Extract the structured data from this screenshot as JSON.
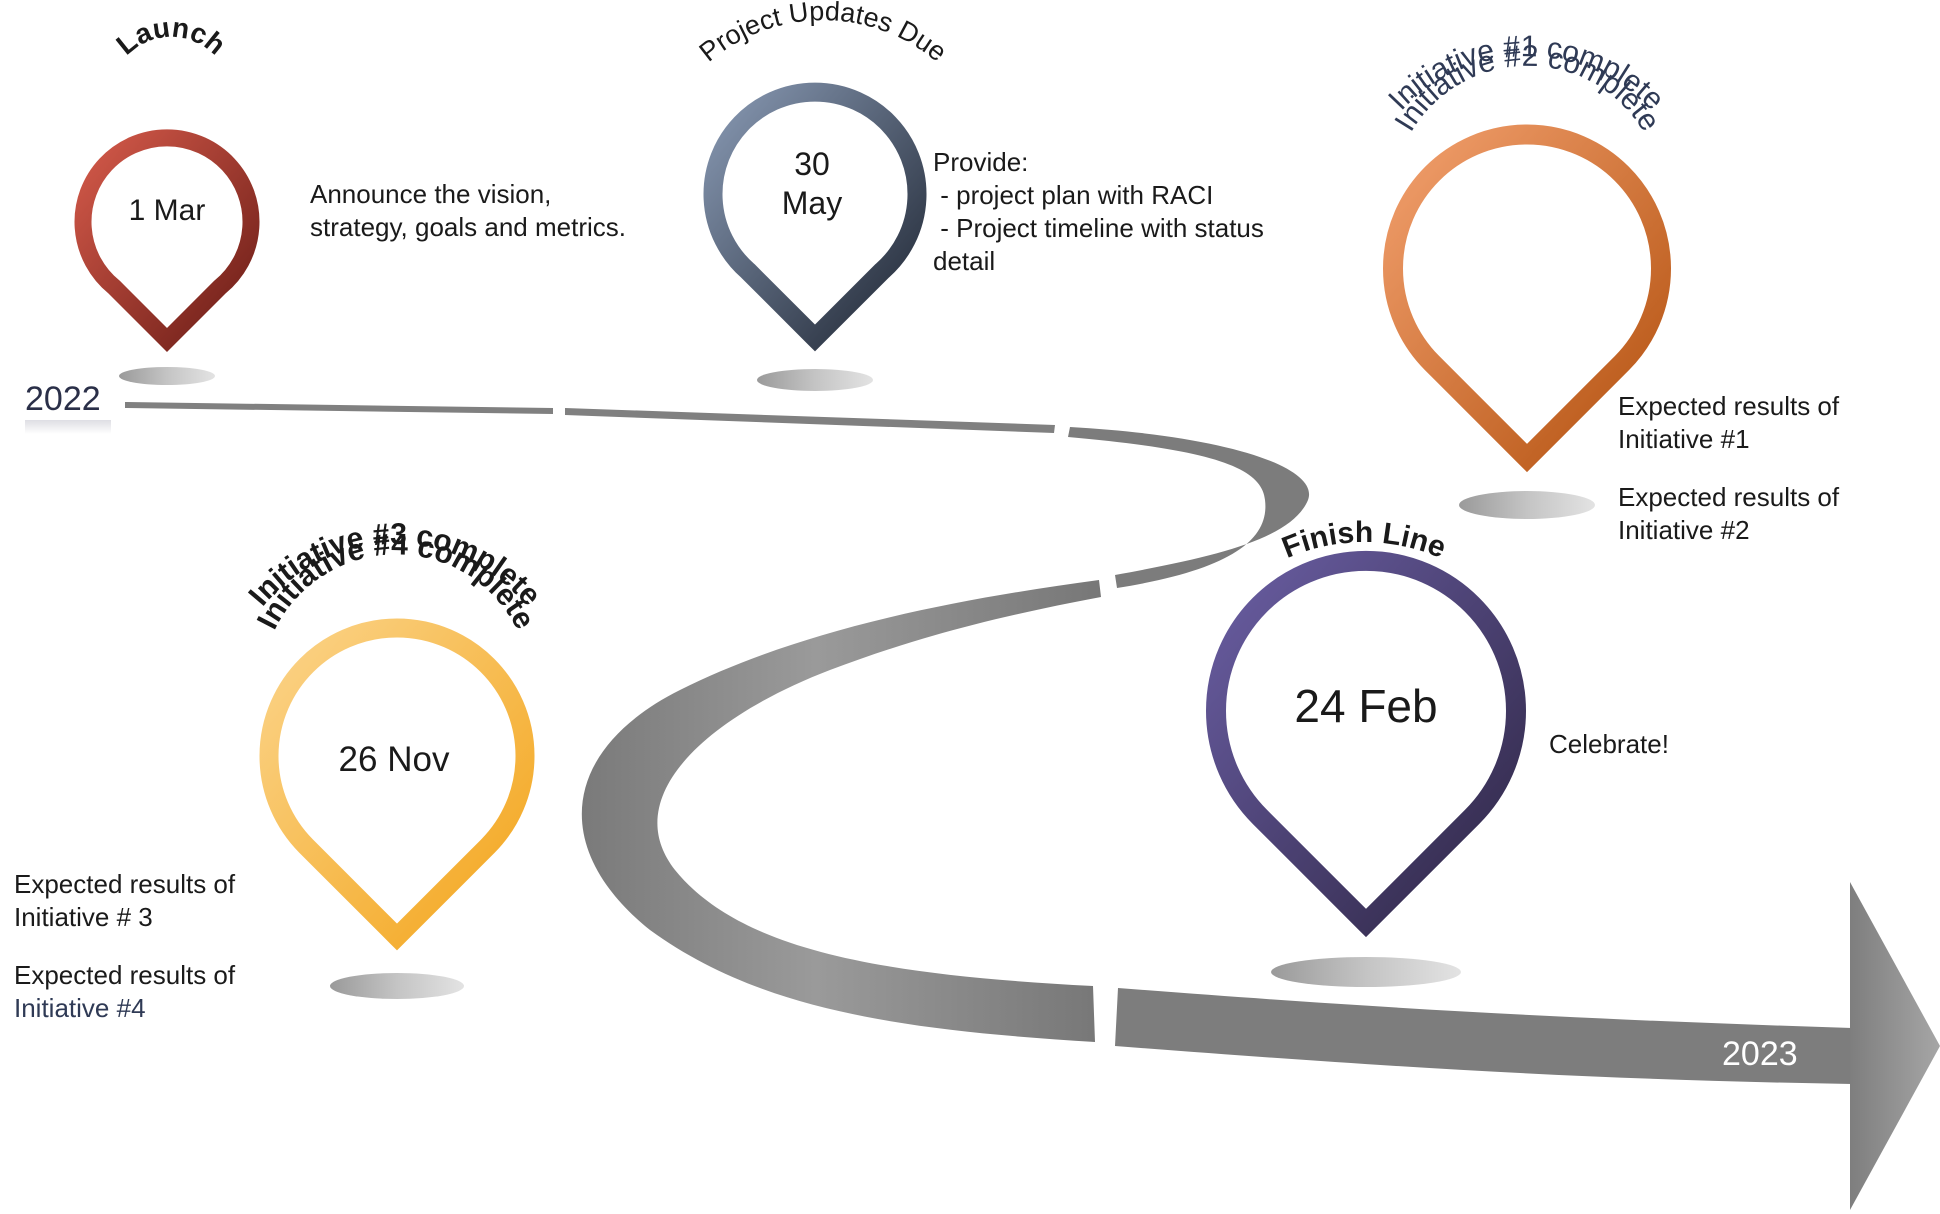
{
  "timeline": {
    "start_year": "2022",
    "end_year": "2023",
    "colors": {
      "road": "#808080",
      "arrow": "#8a8a8a"
    }
  },
  "milestones": [
    {
      "id": "launch",
      "title": "Launch",
      "date_lines": [
        "1 Mar"
      ],
      "description": [
        "Announce the vision,",
        "strategy, goals and metrics."
      ],
      "colors": {
        "light": "#d45a4a",
        "dark": "#6a1c16"
      }
    },
    {
      "id": "project-updates",
      "title": "Project Updates Due",
      "date_lines": [
        "30",
        "May"
      ],
      "description": [
        "Provide:",
        " - project plan with RACI",
        " - Project timeline with status",
        "detail"
      ],
      "colors": {
        "light": "#8899b3",
        "dark": "#1f2633"
      }
    },
    {
      "id": "initiatives-1-2",
      "title_lines": [
        "Initiative #1 complete",
        "Initiative #2 complete"
      ],
      "date_lines": [],
      "description": [
        "Expected results of",
        "Initiative #1",
        "Expected results of",
        "Initiative #2"
      ],
      "colors": {
        "light": "#f2a06e",
        "dark": "#b3510f"
      }
    },
    {
      "id": "initiatives-3-4",
      "title_lines": [
        "Initiative #3 complete",
        "Initiative #4 complete"
      ],
      "date_lines": [
        "26 Nov"
      ],
      "description": [
        "Expected results of",
        "Initiative # 3",
        "Expected results of",
        "Initiative #4"
      ],
      "colors": {
        "light": "#fbd48a",
        "dark": "#f3a51c"
      }
    },
    {
      "id": "finish-line",
      "title": "Finish Line",
      "date_lines": [
        "24 Feb"
      ],
      "description": [
        "Celebrate!"
      ],
      "colors": {
        "light": "#6a5ea3",
        "dark": "#2e2644"
      }
    }
  ]
}
